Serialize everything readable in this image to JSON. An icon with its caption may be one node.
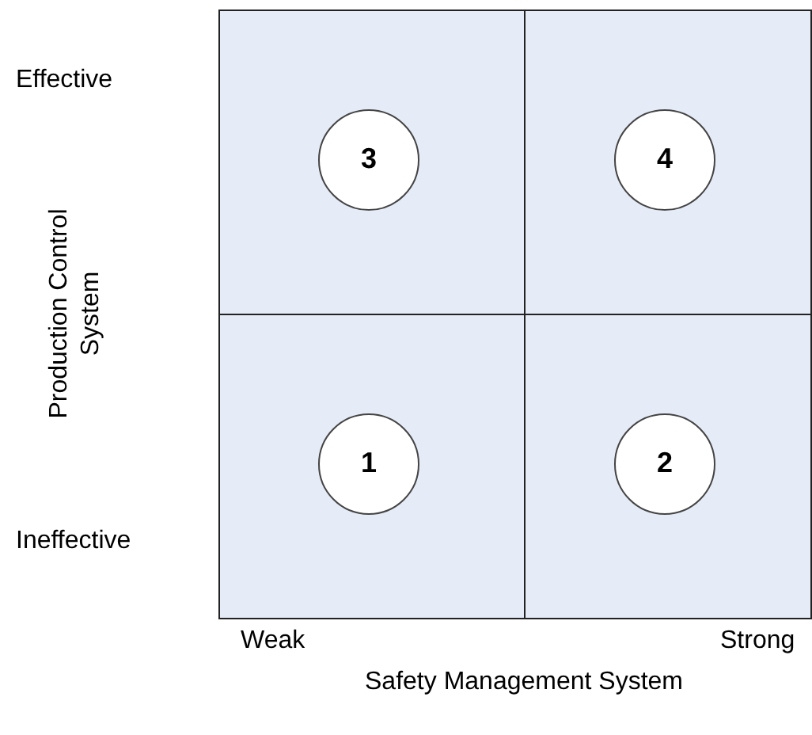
{
  "diagram": {
    "nodes": [
      {
        "text": [],
        "shape": "box"
      },
      {
        "text": [
          "3"
        ],
        "in": 0
      },
      {
        "text": [],
        "shape": "box"
      },
      {
        "text": [
          "4"
        ],
        "in": 2
      },
      {
        "text": [],
        "shape": "box"
      },
      {
        "text": [
          "1"
        ],
        "in": 4
      },
      {
        "text": [],
        "shape": "box"
      },
      {
        "text": [
          "2"
        ],
        "in": 6
      }
    ],
    "labels": [
      "Effective",
      "Production Control System",
      "Ineffective",
      "Weak",
      "Strong",
      "Safety Management System"
    ]
  }
}
